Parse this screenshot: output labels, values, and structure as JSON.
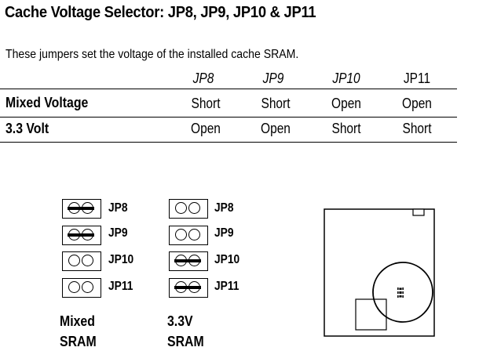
{
  "title": "Cache Voltage Selector: JP8, JP9, JP10 & JP11",
  "intro": "These jumpers set the voltage of the installed cache SRAM.",
  "table": {
    "headers": [
      "JP8",
      "JP9",
      "JP10",
      "JP11"
    ],
    "header_italic": [
      true,
      true,
      true,
      false
    ],
    "rows": [
      {
        "label": "Mixed Voltage",
        "values": [
          "Short",
          "Short",
          "Open",
          "Open"
        ]
      },
      {
        "label": "3.3 Volt",
        "values": [
          "Open",
          "Open",
          "Short",
          "Short"
        ]
      }
    ]
  },
  "diagram": {
    "groups": [
      {
        "caption_line1": "Mixed",
        "caption_line2": "SRAM",
        "jumpers": [
          {
            "label": "JP8",
            "shorted": true
          },
          {
            "label": "JP9",
            "shorted": true
          },
          {
            "label": "JP10",
            "shorted": false
          },
          {
            "label": "JP11",
            "shorted": false
          }
        ]
      },
      {
        "caption_line1": "3.3V",
        "caption_line2": "SRAM",
        "jumpers": [
          {
            "label": "JP8",
            "shorted": false
          },
          {
            "label": "JP9",
            "shorted": false
          },
          {
            "label": "JP10",
            "shorted": true
          },
          {
            "label": "JP11",
            "shorted": true
          }
        ]
      }
    ]
  }
}
